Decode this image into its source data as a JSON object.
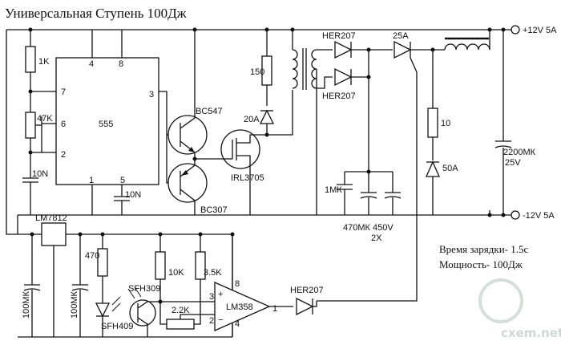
{
  "title": "Универсальная Ступень 100Дж",
  "terminals": {
    "plus": "+12V 5A",
    "minus": "-12V 5A"
  },
  "ic555": {
    "name": "555",
    "pins": [
      "4",
      "8",
      "7",
      "6",
      "2",
      "3",
      "1",
      "5"
    ]
  },
  "resistors": [
    "1K",
    "47K",
    "150",
    "10",
    "470",
    "10K",
    "3.5K",
    "2.2K"
  ],
  "capacitors": [
    "10N",
    "10N",
    "1МК",
    "470МК 450V",
    "2X",
    "2200МК",
    "25V",
    "100МК",
    "100МК"
  ],
  "transistors": {
    "npn": "BC547",
    "pnp": "BC307",
    "mosfet": "IRL3705"
  },
  "diodes": [
    "HER207",
    "HER207",
    "25A",
    "20A",
    "50A",
    "HER207"
  ],
  "regulator": "LM7812",
  "opamp": {
    "name": "LM358",
    "pins": [
      "8",
      "3",
      "2",
      "4",
      "1"
    ],
    "plus": "+",
    "minus": "−"
  },
  "optics": {
    "led": "SFH409",
    "photo": "SFH309"
  },
  "notes": {
    "charge_time": "Время зарядки- 1.5с",
    "power": "Мощность- 100Дж"
  },
  "watermark": "cxem.net",
  "icons": [
    "resistor-icon",
    "capacitor-icon",
    "diode-icon",
    "transistor-icon",
    "inductor-icon",
    "transformer-icon",
    "ground-terminal-icon"
  ]
}
